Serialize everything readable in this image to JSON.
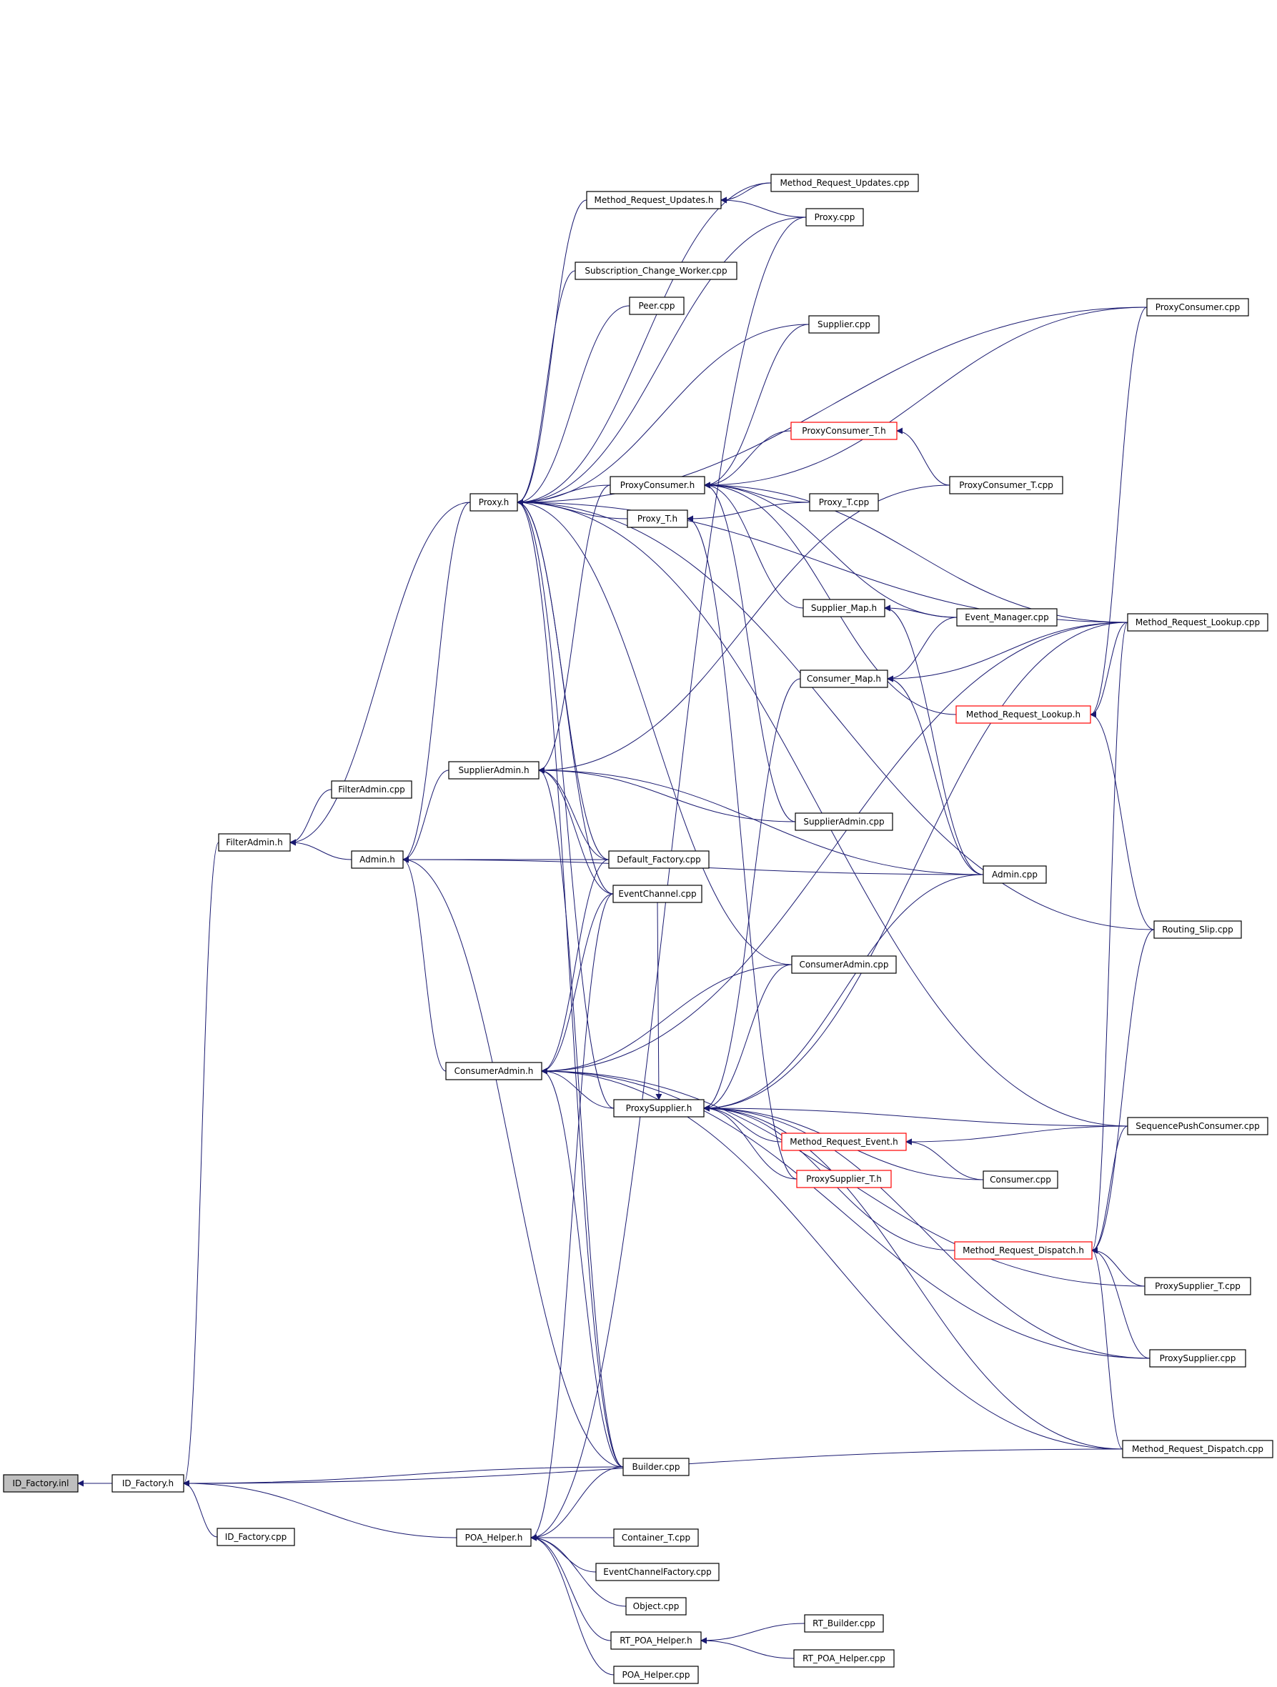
{
  "colors": {
    "edge": "#191970",
    "node_border": "#000000",
    "node_border_highlight": "#ff0000",
    "root_fill": "#bfbfbf"
  },
  "nodes": [
    {
      "id": "id_factory_inl",
      "label": "ID_Factory.inl",
      "style": "root"
    },
    {
      "id": "id_factory_h",
      "label": "ID_Factory.h",
      "style": "normal"
    },
    {
      "id": "id_factory_cpp",
      "label": "ID_Factory.cpp",
      "style": "normal"
    },
    {
      "id": "filteradmin_h",
      "label": "FilterAdmin.h",
      "style": "normal"
    },
    {
      "id": "filteradmin_cpp",
      "label": "FilterAdmin.cpp",
      "style": "normal"
    },
    {
      "id": "admin_h",
      "label": "Admin.h",
      "style": "normal"
    },
    {
      "id": "proxy_h",
      "label": "Proxy.h",
      "style": "normal"
    },
    {
      "id": "supplieradmin_h",
      "label": "SupplierAdmin.h",
      "style": "normal"
    },
    {
      "id": "consumeradmin_h",
      "label": "ConsumerAdmin.h",
      "style": "normal"
    },
    {
      "id": "poa_helper_h",
      "label": "POA_Helper.h",
      "style": "normal"
    },
    {
      "id": "mru_h",
      "label": "Method_Request_Updates.h",
      "style": "normal"
    },
    {
      "id": "mru_cpp",
      "label": "Method_Request_Updates.cpp",
      "style": "normal"
    },
    {
      "id": "proxy_cpp",
      "label": "Proxy.cpp",
      "style": "normal"
    },
    {
      "id": "scw_cpp",
      "label": "Subscription_Change_Worker.cpp",
      "style": "normal"
    },
    {
      "id": "peer_cpp",
      "label": "Peer.cpp",
      "style": "normal"
    },
    {
      "id": "proxyconsumer_h",
      "label": "ProxyConsumer.h",
      "style": "normal"
    },
    {
      "id": "proxy_t_h",
      "label": "Proxy_T.h",
      "style": "normal"
    },
    {
      "id": "default_factory_cpp",
      "label": "Default_Factory.cpp",
      "style": "normal"
    },
    {
      "id": "eventchannel_cpp",
      "label": "EventChannel.cpp",
      "style": "normal"
    },
    {
      "id": "proxysupplier_h",
      "label": "ProxySupplier.h",
      "style": "normal"
    },
    {
      "id": "builder_cpp",
      "label": "Builder.cpp",
      "style": "normal"
    },
    {
      "id": "container_t_cpp",
      "label": "Container_T.cpp",
      "style": "normal"
    },
    {
      "id": "ecf_cpp",
      "label": "EventChannelFactory.cpp",
      "style": "normal"
    },
    {
      "id": "object_cpp",
      "label": "Object.cpp",
      "style": "normal"
    },
    {
      "id": "rt_poa_helper_h",
      "label": "RT_POA_Helper.h",
      "style": "normal"
    },
    {
      "id": "poa_helper_cpp",
      "label": "POA_Helper.cpp",
      "style": "normal"
    },
    {
      "id": "supplier_cpp",
      "label": "Supplier.cpp",
      "style": "normal"
    },
    {
      "id": "proxyconsumer_t_h",
      "label": "ProxyConsumer_T.h",
      "style": "red"
    },
    {
      "id": "proxy_t_cpp",
      "label": "Proxy_T.cpp",
      "style": "normal"
    },
    {
      "id": "supplier_map_h",
      "label": "Supplier_Map.h",
      "style": "normal"
    },
    {
      "id": "consumer_map_h",
      "label": "Consumer_Map.h",
      "style": "normal"
    },
    {
      "id": "supplieradmin_cpp",
      "label": "SupplierAdmin.cpp",
      "style": "normal"
    },
    {
      "id": "consumeradmin_cpp",
      "label": "ConsumerAdmin.cpp",
      "style": "normal"
    },
    {
      "id": "mre_h",
      "label": "Method_Request_Event.h",
      "style": "red"
    },
    {
      "id": "proxysupplier_t_h",
      "label": "ProxySupplier_T.h",
      "style": "red"
    },
    {
      "id": "rt_builder_cpp",
      "label": "RT_Builder.cpp",
      "style": "normal"
    },
    {
      "id": "rt_poa_helper_cpp",
      "label": "RT_POA_Helper.cpp",
      "style": "normal"
    },
    {
      "id": "proxyconsumer_t_cpp",
      "label": "ProxyConsumer_T.cpp",
      "style": "normal"
    },
    {
      "id": "event_manager_cpp",
      "label": "Event_Manager.cpp",
      "style": "normal"
    },
    {
      "id": "mrl_h",
      "label": "Method_Request_Lookup.h",
      "style": "red"
    },
    {
      "id": "admin_cpp",
      "label": "Admin.cpp",
      "style": "normal"
    },
    {
      "id": "consumer_cpp",
      "label": "Consumer.cpp",
      "style": "normal"
    },
    {
      "id": "mrd_h",
      "label": "Method_Request_Dispatch.h",
      "style": "red"
    },
    {
      "id": "proxyconsumer_cpp",
      "label": "ProxyConsumer.cpp",
      "style": "normal"
    },
    {
      "id": "mrl_cpp",
      "label": "Method_Request_Lookup.cpp",
      "style": "normal"
    },
    {
      "id": "routing_slip_cpp",
      "label": "Routing_Slip.cpp",
      "style": "normal"
    },
    {
      "id": "spc_cpp",
      "label": "SequencePushConsumer.cpp",
      "style": "normal"
    },
    {
      "id": "proxysupplier_t_cpp",
      "label": "ProxySupplier_T.cpp",
      "style": "normal"
    },
    {
      "id": "proxysupplier_cpp",
      "label": "ProxySupplier.cpp",
      "style": "normal"
    },
    {
      "id": "mrd_cpp",
      "label": "Method_Request_Dispatch.cpp",
      "style": "normal"
    }
  ],
  "edges": [
    [
      "id_factory_h",
      "id_factory_inl"
    ],
    [
      "id_factory_cpp",
      "id_factory_h"
    ],
    [
      "filteradmin_h",
      "id_factory_h"
    ],
    [
      "builder_cpp",
      "id_factory_h"
    ],
    [
      "poa_helper_h",
      "id_factory_h"
    ],
    [
      "mrd_cpp",
      "id_factory_h"
    ],
    [
      "filteradmin_cpp",
      "filteradmin_h"
    ],
    [
      "admin_h",
      "filteradmin_h"
    ],
    [
      "proxy_h",
      "filteradmin_h"
    ],
    [
      "proxy_h",
      "admin_h"
    ],
    [
      "supplieradmin_h",
      "admin_h"
    ],
    [
      "consumeradmin_h",
      "admin_h"
    ],
    [
      "default_factory_cpp",
      "admin_h"
    ],
    [
      "admin_cpp",
      "admin_h"
    ],
    [
      "builder_cpp",
      "admin_h"
    ],
    [
      "mru_h",
      "proxy_h"
    ],
    [
      "mru_cpp",
      "proxy_h"
    ],
    [
      "proxy_cpp",
      "proxy_h"
    ],
    [
      "scw_cpp",
      "proxy_h"
    ],
    [
      "peer_cpp",
      "proxy_h"
    ],
    [
      "proxyconsumer_h",
      "proxy_h"
    ],
    [
      "proxy_t_h",
      "proxy_h"
    ],
    [
      "proxysupplier_h",
      "proxy_h"
    ],
    [
      "default_factory_cpp",
      "proxy_h"
    ],
    [
      "eventchannel_cpp",
      "proxy_h"
    ],
    [
      "supplier_cpp",
      "proxy_h"
    ],
    [
      "proxyconsumer_cpp",
      "proxy_h"
    ],
    [
      "mrl_cpp",
      "proxy_h"
    ],
    [
      "consumeradmin_cpp",
      "proxy_h"
    ],
    [
      "routing_slip_cpp",
      "proxy_h"
    ],
    [
      "builder_cpp",
      "proxy_h"
    ],
    [
      "spc_cpp",
      "proxy_h"
    ],
    [
      "mru_cpp",
      "mru_h"
    ],
    [
      "proxy_cpp",
      "mru_h"
    ],
    [
      "proxyconsumer_h",
      "supplieradmin_h"
    ],
    [
      "supplieradmin_cpp",
      "supplieradmin_h"
    ],
    [
      "default_factory_cpp",
      "supplieradmin_h"
    ],
    [
      "eventchannel_cpp",
      "supplieradmin_h"
    ],
    [
      "admin_cpp",
      "supplieradmin_h"
    ],
    [
      "proxyconsumer_t_cpp",
      "supplieradmin_h"
    ],
    [
      "builder_cpp",
      "supplieradmin_h"
    ],
    [
      "proxysupplier_h",
      "consumeradmin_h"
    ],
    [
      "consumeradmin_cpp",
      "consumeradmin_h"
    ],
    [
      "default_factory_cpp",
      "consumeradmin_h"
    ],
    [
      "eventchannel_cpp",
      "consumeradmin_h"
    ],
    [
      "mrl_cpp",
      "consumeradmin_h"
    ],
    [
      "builder_cpp",
      "consumeradmin_h"
    ],
    [
      "proxysupplier_t_cpp",
      "consumeradmin_h"
    ],
    [
      "proxysupplier_cpp",
      "consumeradmin_h"
    ],
    [
      "mrd_cpp",
      "consumeradmin_h"
    ],
    [
      "supplier_cpp",
      "proxyconsumer_h"
    ],
    [
      "proxyconsumer_t_h",
      "proxyconsumer_h"
    ],
    [
      "proxy_t_cpp",
      "proxyconsumer_h"
    ],
    [
      "supplier_map_h",
      "proxyconsumer_h"
    ],
    [
      "event_manager_cpp",
      "proxyconsumer_h"
    ],
    [
      "mrl_h",
      "proxyconsumer_h"
    ],
    [
      "mrl_cpp",
      "proxyconsumer_h"
    ],
    [
      "proxyconsumer_cpp",
      "proxyconsumer_h"
    ],
    [
      "supplieradmin_cpp",
      "proxyconsumer_h"
    ],
    [
      "proxy_t_cpp",
      "proxy_t_h"
    ],
    [
      "proxysupplier_t_h",
      "proxy_t_h"
    ],
    [
      "proxyconsumer_t_cpp",
      "proxyconsumer_t_h"
    ],
    [
      "event_manager_cpp",
      "supplier_map_h"
    ],
    [
      "admin_cpp",
      "supplier_map_h"
    ],
    [
      "event_manager_cpp",
      "consumer_map_h"
    ],
    [
      "mrl_cpp",
      "consumer_map_h"
    ],
    [
      "admin_cpp",
      "consumer_map_h"
    ],
    [
      "mrl_cpp",
      "mrl_h"
    ],
    [
      "routing_slip_cpp",
      "mrl_h"
    ],
    [
      "proxyconsumer_cpp",
      "mrl_h"
    ],
    [
      "consumer_map_h",
      "proxysupplier_h"
    ],
    [
      "consumeradmin_cpp",
      "proxysupplier_h"
    ],
    [
      "mre_h",
      "proxysupplier_h"
    ],
    [
      "proxysupplier_t_h",
      "proxysupplier_h"
    ],
    [
      "consumer_cpp",
      "proxysupplier_h"
    ],
    [
      "mrd_h",
      "proxysupplier_h"
    ],
    [
      "spc_cpp",
      "proxysupplier_h"
    ],
    [
      "proxysupplier_cpp",
      "proxysupplier_h"
    ],
    [
      "mrd_cpp",
      "proxysupplier_h"
    ],
    [
      "mrl_cpp",
      "proxysupplier_h"
    ],
    [
      "eventchannel_cpp",
      "proxysupplier_h"
    ],
    [
      "admin_cpp",
      "proxysupplier_h"
    ],
    [
      "spc_cpp",
      "mre_h"
    ],
    [
      "consumer_cpp",
      "mre_h"
    ],
    [
      "mrd_cpp",
      "mrd_h"
    ],
    [
      "proxysupplier_t_cpp",
      "mrd_h"
    ],
    [
      "proxysupplier_cpp",
      "mrd_h"
    ],
    [
      "routing_slip_cpp",
      "mrd_h"
    ],
    [
      "mrl_cpp",
      "mrd_h"
    ],
    [
      "spc_cpp",
      "mrd_h"
    ],
    [
      "container_t_cpp",
      "poa_helper_h"
    ],
    [
      "ecf_cpp",
      "poa_helper_h"
    ],
    [
      "object_cpp",
      "poa_helper_h"
    ],
    [
      "rt_poa_helper_h",
      "poa_helper_h"
    ],
    [
      "poa_helper_cpp",
      "poa_helper_h"
    ],
    [
      "builder_cpp",
      "poa_helper_h"
    ],
    [
      "proxy_cpp",
      "poa_helper_h"
    ],
    [
      "eventchannel_cpp",
      "poa_helper_h"
    ],
    [
      "rt_builder_cpp",
      "rt_poa_helper_h"
    ],
    [
      "rt_poa_helper_cpp",
      "rt_poa_helper_h"
    ]
  ]
}
